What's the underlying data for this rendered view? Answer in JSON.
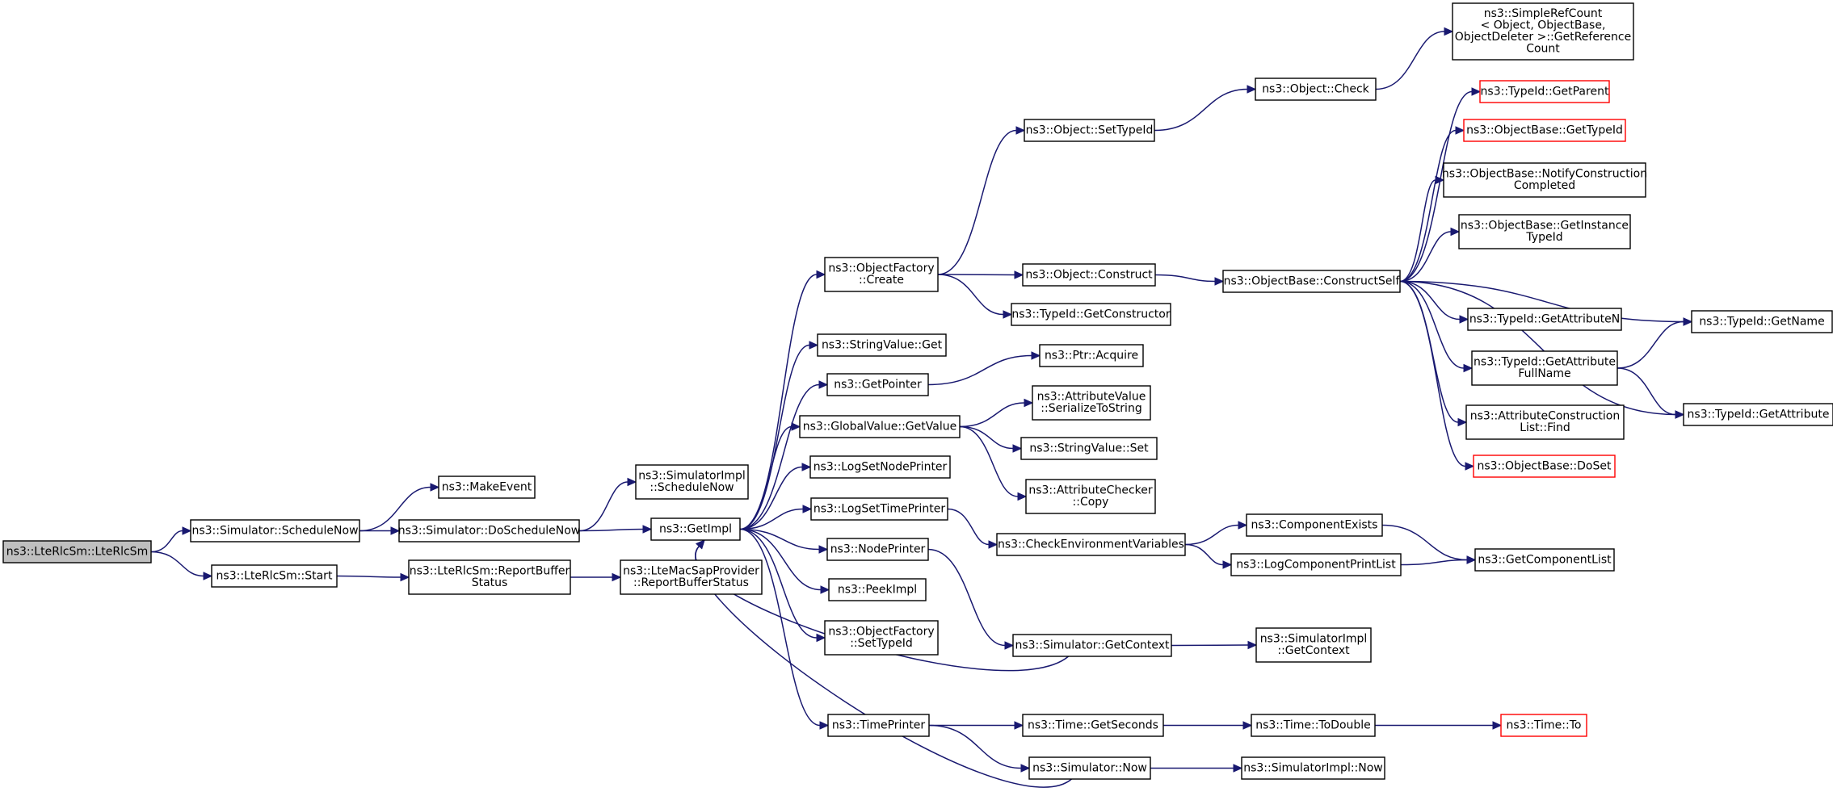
{
  "diagram": {
    "type": "call-graph",
    "colors": {
      "edge": "#191970",
      "node_border": "#000000",
      "node_border_incomplete": "#ff0000",
      "root_fill": "#bfbfbf",
      "node_fill": "#ffffff"
    },
    "nodes": [
      {
        "id": "root",
        "lines": [
          "ns3::LteRlcSm::LteRlcSm"
        ],
        "root": true
      },
      {
        "id": "schedNow",
        "lines": [
          "ns3::Simulator::ScheduleNow"
        ]
      },
      {
        "id": "start",
        "lines": [
          "ns3::LteRlcSm::Start"
        ]
      },
      {
        "id": "makeEvent",
        "lines": [
          "ns3::MakeEvent"
        ]
      },
      {
        "id": "doSchedNow",
        "lines": [
          "ns3::Simulator::DoScheduleNow"
        ]
      },
      {
        "id": "implSchedNow",
        "lines": [
          "ns3::SimulatorImpl",
          "::ScheduleNow"
        ]
      },
      {
        "id": "getImpl",
        "lines": [
          "ns3::GetImpl"
        ]
      },
      {
        "id": "rlcReport",
        "lines": [
          "ns3::LteRlcSm::ReportBuffer",
          "Status"
        ]
      },
      {
        "id": "macReport",
        "lines": [
          "ns3::LteMacSapProvider",
          "::ReportBufferStatus"
        ]
      },
      {
        "id": "ofCreate",
        "lines": [
          "ns3::ObjectFactory",
          "::Create"
        ]
      },
      {
        "id": "svGet",
        "lines": [
          "ns3::StringValue::Get"
        ]
      },
      {
        "id": "getPointer",
        "lines": [
          "ns3::GetPointer"
        ]
      },
      {
        "id": "gvGetValue",
        "lines": [
          "ns3::GlobalValue::GetValue"
        ]
      },
      {
        "id": "logNode",
        "lines": [
          "ns3::LogSetNodePrinter"
        ]
      },
      {
        "id": "logTime",
        "lines": [
          "ns3::LogSetTimePrinter"
        ]
      },
      {
        "id": "nodePrinter",
        "lines": [
          "ns3::NodePrinter"
        ]
      },
      {
        "id": "peekImpl",
        "lines": [
          "ns3::PeekImpl"
        ]
      },
      {
        "id": "ofSetTypeId",
        "lines": [
          "ns3::ObjectFactory",
          "::SetTypeId"
        ]
      },
      {
        "id": "timePrinter",
        "lines": [
          "ns3::TimePrinter"
        ]
      },
      {
        "id": "objSetTypeId",
        "lines": [
          "ns3::Object::SetTypeId"
        ]
      },
      {
        "id": "objConstruct",
        "lines": [
          "ns3::Object::Construct"
        ]
      },
      {
        "id": "tidGetCtor",
        "lines": [
          "ns3::TypeId::GetConstructor"
        ]
      },
      {
        "id": "ptrAcquire",
        "lines": [
          "ns3::Ptr::Acquire"
        ]
      },
      {
        "id": "avSerialize",
        "lines": [
          "ns3::AttributeValue",
          "::SerializeToString"
        ]
      },
      {
        "id": "svSet",
        "lines": [
          "ns3::StringValue::Set"
        ]
      },
      {
        "id": "acCopy",
        "lines": [
          "ns3::AttributeChecker",
          "::Copy"
        ]
      },
      {
        "id": "checkEnv",
        "lines": [
          "ns3::CheckEnvironmentVariables"
        ]
      },
      {
        "id": "simGetContext",
        "lines": [
          "ns3::Simulator::GetContext"
        ]
      },
      {
        "id": "timeGetSeconds",
        "lines": [
          "ns3::Time::GetSeconds"
        ]
      },
      {
        "id": "simNow",
        "lines": [
          "ns3::Simulator::Now"
        ]
      },
      {
        "id": "objCheck",
        "lines": [
          "ns3::Object::Check"
        ]
      },
      {
        "id": "obConstructSelf",
        "lines": [
          "ns3::ObjectBase::ConstructSelf"
        ]
      },
      {
        "id": "compExists",
        "lines": [
          "ns3::ComponentExists"
        ]
      },
      {
        "id": "logCompPrint",
        "lines": [
          "ns3::LogComponentPrintList"
        ]
      },
      {
        "id": "implGetContext",
        "lines": [
          "ns3::SimulatorImpl",
          "::GetContext"
        ]
      },
      {
        "id": "timeToDouble",
        "lines": [
          "ns3::Time::ToDouble"
        ]
      },
      {
        "id": "implNow",
        "lines": [
          "ns3::SimulatorImpl::Now"
        ]
      },
      {
        "id": "getRefCount",
        "lines": [
          "ns3::SimpleRefCount",
          "< Object, ObjectBase,",
          "ObjectDeleter >::GetReference",
          "Count"
        ]
      },
      {
        "id": "tidGetParent",
        "lines": [
          "ns3::TypeId::GetParent"
        ],
        "incomplete": true
      },
      {
        "id": "obGetTypeId",
        "lines": [
          "ns3::ObjectBase::GetTypeId"
        ],
        "incomplete": true
      },
      {
        "id": "obNotify",
        "lines": [
          "ns3::ObjectBase::NotifyConstruction",
          "Completed"
        ]
      },
      {
        "id": "obGetInstance",
        "lines": [
          "ns3::ObjectBase::GetInstance",
          "TypeId"
        ]
      },
      {
        "id": "tidGetAttrN",
        "lines": [
          "ns3::TypeId::GetAttributeN"
        ]
      },
      {
        "id": "tidGetAttrFull",
        "lines": [
          "ns3::TypeId::GetAttribute",
          "FullName"
        ]
      },
      {
        "id": "acListFind",
        "lines": [
          "ns3::AttributeConstruction",
          "List::Find"
        ]
      },
      {
        "id": "obDoSet",
        "lines": [
          "ns3::ObjectBase::DoSet"
        ],
        "incomplete": true
      },
      {
        "id": "getCompList",
        "lines": [
          "ns3::GetComponentList"
        ]
      },
      {
        "id": "timeTo",
        "lines": [
          "ns3::Time::To"
        ],
        "incomplete": true
      },
      {
        "id": "tidGetName",
        "lines": [
          "ns3::TypeId::GetName"
        ]
      },
      {
        "id": "tidGetAttr",
        "lines": [
          "ns3::TypeId::GetAttribute"
        ]
      }
    ],
    "edges": [
      [
        "root",
        "schedNow"
      ],
      [
        "root",
        "start"
      ],
      [
        "schedNow",
        "makeEvent"
      ],
      [
        "schedNow",
        "doSchedNow"
      ],
      [
        "doSchedNow",
        "implSchedNow"
      ],
      [
        "doSchedNow",
        "getImpl"
      ],
      [
        "start",
        "rlcReport"
      ],
      [
        "rlcReport",
        "macReport"
      ],
      [
        "getImpl",
        "ofCreate"
      ],
      [
        "getImpl",
        "svGet"
      ],
      [
        "getImpl",
        "getPointer"
      ],
      [
        "getImpl",
        "gvGetValue"
      ],
      [
        "getImpl",
        "logNode"
      ],
      [
        "getImpl",
        "logTime"
      ],
      [
        "getImpl",
        "nodePrinter"
      ],
      [
        "getImpl",
        "peekImpl"
      ],
      [
        "getImpl",
        "ofSetTypeId"
      ],
      [
        "getImpl",
        "timePrinter"
      ],
      [
        "ofCreate",
        "objSetTypeId"
      ],
      [
        "ofCreate",
        "objConstruct"
      ],
      [
        "ofCreate",
        "tidGetCtor"
      ],
      [
        "getPointer",
        "ptrAcquire"
      ],
      [
        "gvGetValue",
        "avSerialize"
      ],
      [
        "gvGetValue",
        "svSet"
      ],
      [
        "gvGetValue",
        "acCopy"
      ],
      [
        "logTime",
        "checkEnv"
      ],
      [
        "nodePrinter",
        "simGetContext"
      ],
      [
        "timePrinter",
        "timeGetSeconds"
      ],
      [
        "timePrinter",
        "simNow"
      ],
      [
        "simGetContext",
        "getImpl"
      ],
      [
        "simNow",
        "getImpl"
      ],
      [
        "objSetTypeId",
        "objCheck"
      ],
      [
        "objCheck",
        "getRefCount"
      ],
      [
        "objConstruct",
        "obConstructSelf"
      ],
      [
        "obConstructSelf",
        "tidGetParent"
      ],
      [
        "obConstructSelf",
        "obGetTypeId"
      ],
      [
        "obConstructSelf",
        "obNotify"
      ],
      [
        "obConstructSelf",
        "obGetInstance"
      ],
      [
        "obConstructSelf",
        "tidGetName"
      ],
      [
        "obConstructSelf",
        "tidGetAttrN"
      ],
      [
        "obConstructSelf",
        "tidGetAttrFull"
      ],
      [
        "obConstructSelf",
        "acListFind"
      ],
      [
        "obConstructSelf",
        "obDoSet"
      ],
      [
        "obConstructSelf",
        "tidGetAttr"
      ],
      [
        "tidGetAttrFull",
        "tidGetName"
      ],
      [
        "tidGetAttrFull",
        "tidGetAttr"
      ],
      [
        "checkEnv",
        "compExists"
      ],
      [
        "checkEnv",
        "logCompPrint"
      ],
      [
        "compExists",
        "getCompList"
      ],
      [
        "logCompPrint",
        "getCompList"
      ],
      [
        "simGetContext",
        "implGetContext"
      ],
      [
        "timeGetSeconds",
        "timeToDouble"
      ],
      [
        "timeToDouble",
        "timeTo"
      ],
      [
        "simNow",
        "implNow"
      ]
    ]
  }
}
